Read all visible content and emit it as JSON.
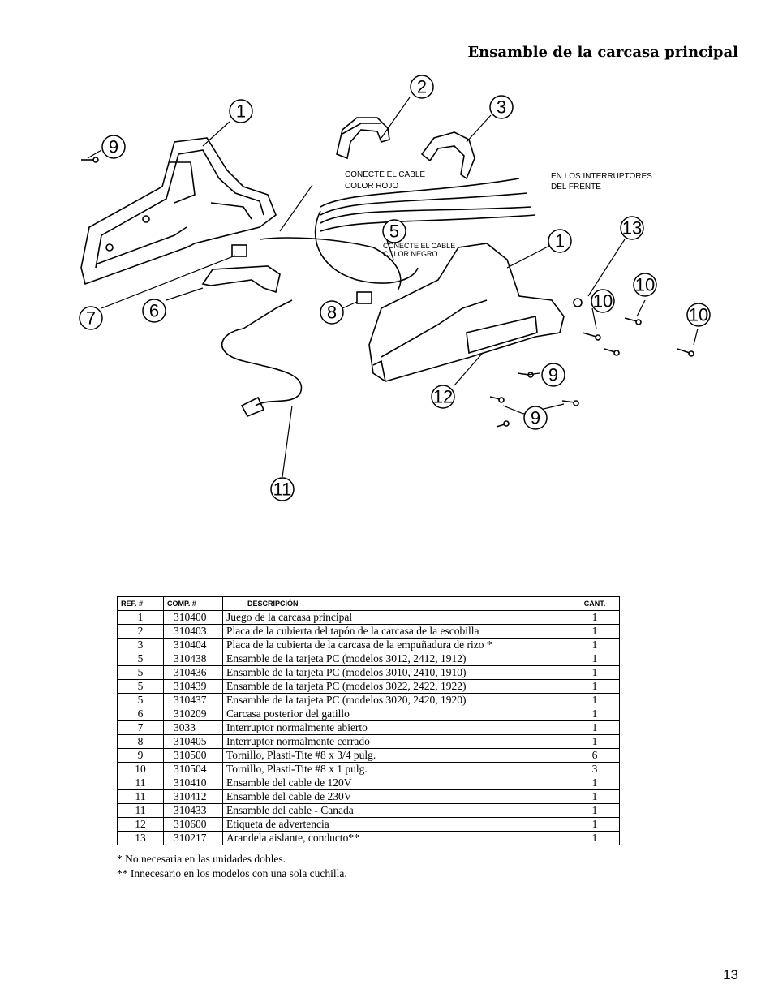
{
  "page": {
    "title": "Ensamble de la carcasa principal",
    "page_number": "13"
  },
  "diagram": {
    "labels": {
      "connect_red": [
        "CONECTE EL CABLE",
        "COLOR ROJO"
      ],
      "front_switches": [
        "EN LOS INTERRUPTORES",
        "DEL FRENTE"
      ],
      "connect_black": [
        "CONECTE EL CABLE",
        "COLOR NEGRO"
      ]
    },
    "callouts": [
      "1",
      "2",
      "3",
      "9",
      "5",
      "1",
      "13",
      "10",
      "10",
      "10",
      "7",
      "6",
      "8",
      "9",
      "12",
      "9",
      "11"
    ]
  },
  "table": {
    "headers": {
      "ref": "REF. #",
      "comp": "COMP. #",
      "desc": "DESCRIPCIÓN",
      "cant": "CANT."
    },
    "rows": [
      {
        "ref": "1",
        "comp": "310400",
        "desc": "Juego de la carcasa principal",
        "cant": "1"
      },
      {
        "ref": "2",
        "comp": "310403",
        "desc": "Placa de la cubierta del tapón de la carcasa de la escobilla",
        "cant": "1"
      },
      {
        "ref": "3",
        "comp": "310404",
        "desc": "Placa de la cubierta de la carcasa de la empuñadura de rizo *",
        "cant": "1"
      },
      {
        "ref": "5",
        "comp": "310438",
        "desc": "Ensamble de la tarjeta PC (modelos 3012, 2412, 1912)",
        "cant": "1"
      },
      {
        "ref": "5",
        "comp": "310436",
        "desc": "Ensamble de la tarjeta PC (modelos 3010, 2410, 1910)",
        "cant": "1"
      },
      {
        "ref": "5",
        "comp": "310439",
        "desc": "Ensamble de la tarjeta PC (modelos 3022, 2422, 1922)",
        "cant": "1"
      },
      {
        "ref": "5",
        "comp": "310437",
        "desc": "Ensamble de la tarjeta PC (modelos 3020, 2420, 1920)",
        "cant": "1"
      },
      {
        "ref": "6",
        "comp": "310209",
        "desc": "Carcasa posterior del gatillo",
        "cant": "1"
      },
      {
        "ref": "7",
        "comp": "3033",
        "desc": "Interruptor normalmente abierto",
        "cant": "1"
      },
      {
        "ref": "8",
        "comp": "310405",
        "desc": "Interruptor normalmente cerrado",
        "cant": "1"
      },
      {
        "ref": "9",
        "comp": "310500",
        "desc": "Tornillo, Plasti-Tite #8 x 3/4 pulg.",
        "cant": "6"
      },
      {
        "ref": "10",
        "comp": "310504",
        "desc": "Tornillo, Plasti-Tite #8 x 1 pulg.",
        "cant": "3"
      },
      {
        "ref": "11",
        "comp": "310410",
        "desc": "Ensamble del cable de 120V",
        "cant": "1"
      },
      {
        "ref": "11",
        "comp": "310412",
        "desc": "Ensamble del cable de 230V",
        "cant": "1"
      },
      {
        "ref": "11",
        "comp": "310433",
        "desc": "Ensamble del cable - Canada",
        "cant": "1"
      },
      {
        "ref": "12",
        "comp": "310600",
        "desc": "Etiqueta de advertencia",
        "cant": "1"
      },
      {
        "ref": "13",
        "comp": "310217",
        "desc": "Arandela aislante, conducto**",
        "cant": "1"
      }
    ]
  },
  "notes": [
    "* No necesaria en las unidades dobles.",
    "** Innecesario en los modelos con una sola cuchilla."
  ]
}
